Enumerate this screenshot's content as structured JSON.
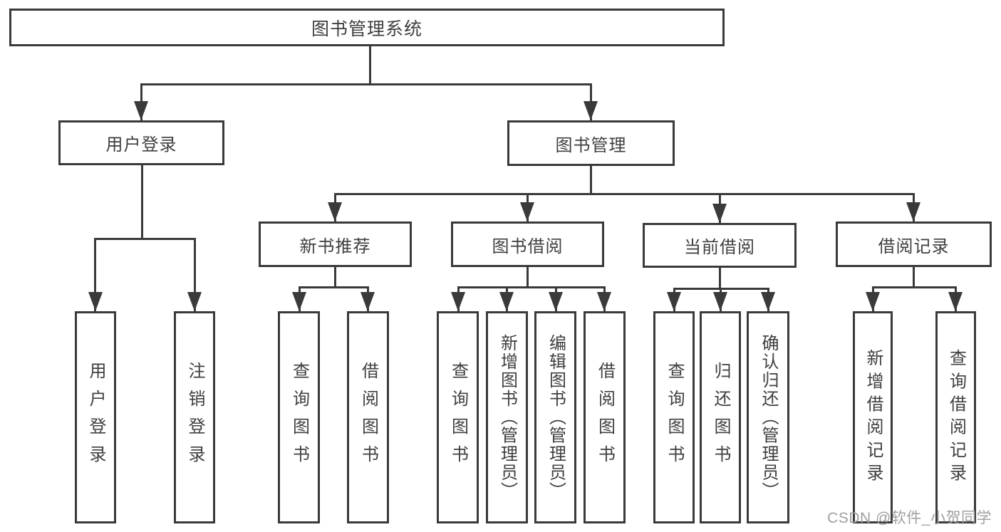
{
  "tree": {
    "root": "图书管理系统",
    "branches": [
      {
        "label": "用户登录",
        "children": [
          "用户登录",
          "注销登录"
        ]
      },
      {
        "label": "图书管理",
        "children": [
          {
            "label": "新书推荐",
            "children": [
              "查询图书",
              "借阅图书"
            ]
          },
          {
            "label": "图书借阅",
            "children": [
              "查询图书",
              "新增图书（管理员）",
              "编辑图书（管理员）",
              "借阅图书"
            ]
          },
          {
            "label": "当前借阅",
            "children": [
              "查询图书",
              "归还图书",
              "确认归还（管理员）"
            ]
          },
          {
            "label": "借阅记录",
            "children": [
              "新增借阅记录",
              "查询借阅记录"
            ]
          }
        ]
      }
    ]
  },
  "watermark": "CSDN @软件_小贺同学",
  "colors": {
    "line": "#3a3a3a",
    "text": "#3f3f3f",
    "watermark": "#a0a0a0",
    "background": "#ffffff"
  }
}
